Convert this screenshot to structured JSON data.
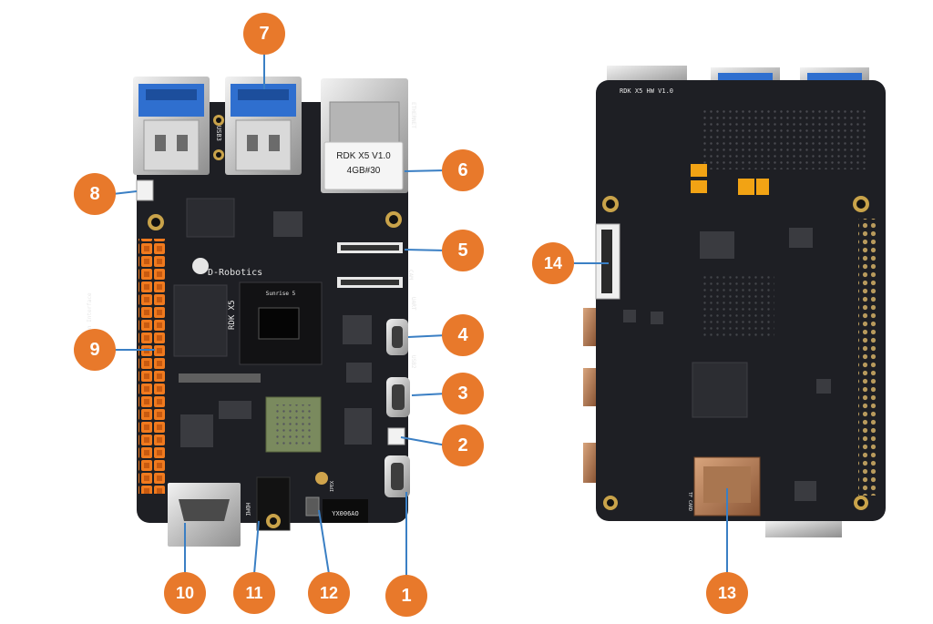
{
  "board": {
    "front": {
      "brand_text": "D-Robotics",
      "model_text": "RDK X5",
      "chip_text": "Sunrise 5",
      "sticker_line1": "RDK X5 V1.0",
      "sticker_line2": "4GB#30",
      "header_label": "Extension Interface",
      "wifi_module_text": "YX006AO",
      "label_usb3": "USB3",
      "label_ethernet": "ETHERNET",
      "label_uart": "UART",
      "label_usb2": "USB2",
      "label_cam": "CAM",
      "label_hdmi": "HDMI",
      "label_ipex": "IPEX"
    },
    "back": {
      "silk_title": "RDK X5 HW V1.0",
      "label_tf": "TF CARD"
    }
  },
  "callouts": [
    {
      "number": "1"
    },
    {
      "number": "2"
    },
    {
      "number": "3"
    },
    {
      "number": "4"
    },
    {
      "number": "5"
    },
    {
      "number": "6"
    },
    {
      "number": "7"
    },
    {
      "number": "8"
    },
    {
      "number": "9"
    },
    {
      "number": "10"
    },
    {
      "number": "11"
    },
    {
      "number": "12"
    },
    {
      "number": "13"
    },
    {
      "number": "14"
    }
  ],
  "colors": {
    "callout": "#e8792b",
    "leader_line": "#3a7fc4",
    "pcb": "#1e1f24",
    "header_pins": "#f07a1e"
  }
}
